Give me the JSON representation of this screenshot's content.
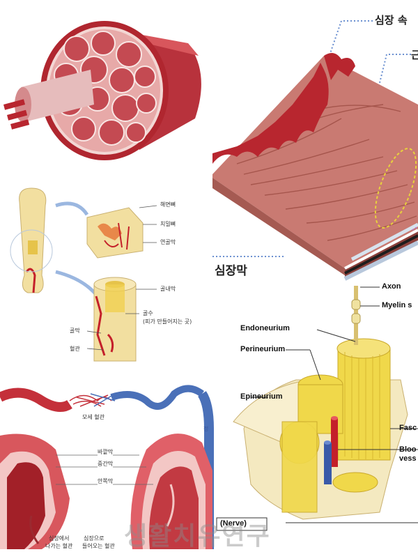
{
  "panels": {
    "cardiac": {
      "label_top": "심장 속",
      "label_top2": "근",
      "label_bottom": "심장막"
    },
    "bone": {
      "label_compact": "치밀뼈",
      "label_spongy": "해면뼈",
      "label_cartilage": "연골막",
      "label_endosteum": "골내막",
      "label_marrow": "골수",
      "label_marrow_note": "(피가 만들어지는 곳)",
      "label_periosteum": "골막",
      "label_vessel": "혈관"
    },
    "heart": {
      "label_capillary": "모세 혈관",
      "label_outer": "바깥막",
      "label_middle": "중간막",
      "label_inner": "안쪽막",
      "label_left_bottom_1": "심장에서",
      "label_left_bottom_2": "나가는 혈관",
      "label_right_bottom_1": "심장으로",
      "label_right_bottom_2": "들어오는 혈관",
      "label_side": "정"
    },
    "nerve": {
      "axon": "Axon",
      "myelin": "Myelin s",
      "endoneurium": "Endoneurium",
      "perineurium": "Perineurium",
      "epineurium": "Epineurium",
      "fasc": "Fasc",
      "blood1": "Bloo",
      "blood2": "vess",
      "nerve": "(Nerve)"
    }
  },
  "watermark": "생활치유연구",
  "colors": {
    "muscle_red": "#c4303a",
    "muscle_pink": "#e89a9a",
    "bone_yellow": "#f2dfa0",
    "nerve_yellow": "#f0d84a",
    "cardiac_pink": "#c97a72",
    "label_blue": "#6a8fd0"
  }
}
